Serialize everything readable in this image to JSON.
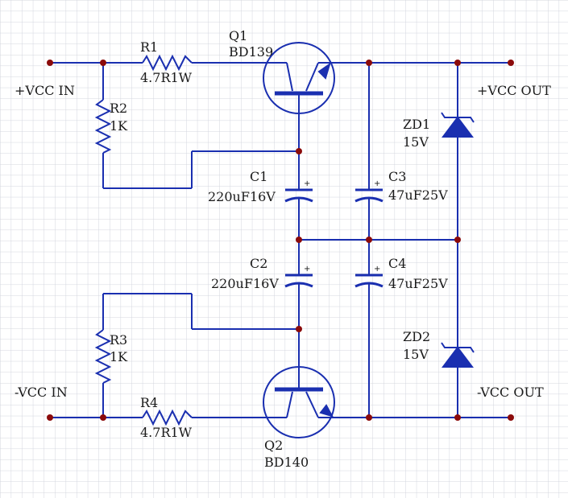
{
  "labels": {
    "vcc_in_pos": "+VCC IN",
    "vcc_in_neg": "-VCC IN",
    "vcc_out_pos": "+VCC OUT",
    "vcc_out_neg": "-VCC OUT",
    "r1_name": "R1",
    "r1_value": "4.7R1W",
    "r2_name": "R2",
    "r2_value": "1K",
    "r3_name": "R3",
    "r3_value": "1K",
    "r4_name": "R4",
    "r4_value": "4.7R1W",
    "q1_name": "Q1",
    "q1_part": "BD139",
    "q2_name": "Q2",
    "q2_part": "BD140",
    "c1_name": "C1",
    "c1_value": "220uF16V",
    "c2_name": "C2",
    "c2_value": "220uF16V",
    "c3_name": "C3",
    "c3_value": "47uF25V",
    "c4_name": "C4",
    "c4_value": "47uF25V",
    "zd1_name": "ZD1",
    "zd1_value": "15V",
    "zd2_name": "ZD2",
    "zd2_value": "15V",
    "plus_sign": "+"
  },
  "colors": {
    "grid": "#cfd3dc",
    "wire": "#1a2fb0",
    "junction": "#8b0b0b",
    "text": "#1a1a1a"
  }
}
